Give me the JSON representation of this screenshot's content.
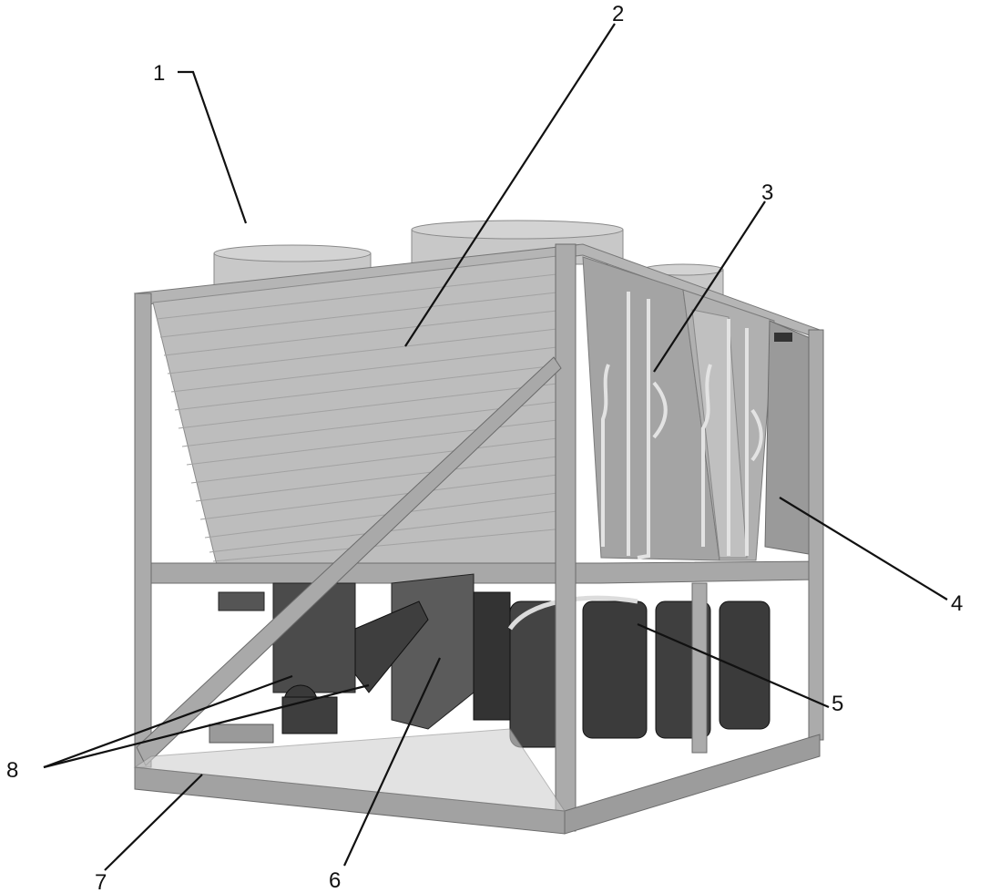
{
  "figure": {
    "callouts": [
      {
        "id": "1",
        "label": "1"
      },
      {
        "id": "2",
        "label": "2"
      },
      {
        "id": "3",
        "label": "3"
      },
      {
        "id": "4",
        "label": "4"
      },
      {
        "id": "5",
        "label": "5"
      },
      {
        "id": "6",
        "label": "6"
      },
      {
        "id": "7",
        "label": "7"
      },
      {
        "id": "8",
        "label": "8"
      }
    ],
    "colors": {
      "frame": "#a9a9a9",
      "frame_dark": "#7e7e7e",
      "coil": "#b9b9b9",
      "coil_line": "#9b9b9b",
      "fan_ring": "#c4c4c4",
      "panel": "#9c9c9c",
      "component_dark": "#3a3a3a",
      "component_mid": "#575757",
      "line": "#111111"
    }
  }
}
